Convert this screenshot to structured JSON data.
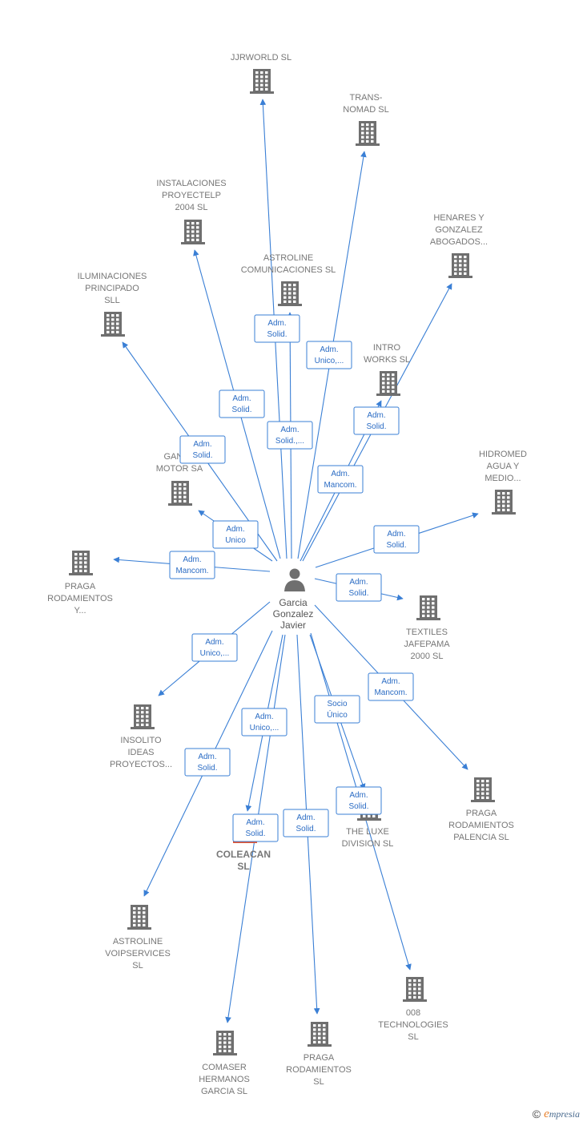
{
  "center": {
    "lines": [
      "Garcia",
      "Gonzalez",
      "Javier"
    ],
    "icon": "person-icon"
  },
  "companies": [
    {
      "id": "jjrworld",
      "lines": [
        "JJRWORLD  SL"
      ]
    },
    {
      "id": "trans-nomad",
      "lines": [
        "TRANS-",
        "NOMAD  SL"
      ]
    },
    {
      "id": "instalaciones",
      "lines": [
        "INSTALACIONES",
        "PROYECTELP",
        "2004 SL"
      ]
    },
    {
      "id": "henares",
      "lines": [
        "HENARES Y",
        "GONZALEZ",
        "ABOGADOS..."
      ]
    },
    {
      "id": "astroline-com",
      "lines": [
        "ASTROLINE",
        "COMUNICACIONES SL"
      ]
    },
    {
      "id": "iluminaciones",
      "lines": [
        "ILUMINACIONES",
        "PRINCIPADO",
        "SLL"
      ]
    },
    {
      "id": "intro-works",
      "lines": [
        "INTRO",
        "WORKS SL"
      ]
    },
    {
      "id": "ganda-motor",
      "lines": [
        "GANDA",
        "MOTOR SA"
      ]
    },
    {
      "id": "hidromed",
      "lines": [
        "HIDROMED",
        "AGUA Y",
        "MEDIO..."
      ]
    },
    {
      "id": "praga-y",
      "lines": [
        "PRAGA",
        "RODAMIENTOS",
        "Y..."
      ]
    },
    {
      "id": "textiles",
      "lines": [
        "TEXTILES",
        "JAFEPAMA",
        "2000 SL"
      ]
    },
    {
      "id": "insolito",
      "lines": [
        "INSOLITO",
        "IDEAS",
        "PROYECTOS..."
      ]
    },
    {
      "id": "praga-palencia",
      "lines": [
        "PRAGA",
        "RODAMIENTOS",
        "PALENCIA  SL"
      ]
    },
    {
      "id": "the-luxe",
      "lines": [
        "THE LUXE",
        "DIVISION SL"
      ]
    },
    {
      "id": "coleacan",
      "lines": [
        "COLEACAN",
        "SL"
      ],
      "highlight": true
    },
    {
      "id": "astroline-voip",
      "lines": [
        "ASTROLINE",
        "VOIPSERVICES",
        "SL"
      ]
    },
    {
      "id": "008-tech",
      "lines": [
        "008",
        "TECHNOLOGIES",
        "SL"
      ]
    },
    {
      "id": "comaser",
      "lines": [
        "COMASER",
        "HERMANOS",
        "GARCIA SL"
      ]
    },
    {
      "id": "praga-sl",
      "lines": [
        "PRAGA",
        "RODAMIENTOS",
        "SL"
      ]
    }
  ],
  "roles": [
    {
      "lines": [
        "Adm.",
        "Solid."
      ]
    },
    {
      "lines": [
        "Adm.",
        "Unico,..."
      ]
    },
    {
      "lines": [
        "Adm.",
        "Solid."
      ]
    },
    {
      "lines": [
        "Adm.",
        "Solid.,..."
      ]
    },
    {
      "lines": [
        "Adm.",
        "Solid."
      ]
    },
    {
      "lines": [
        "Adm.",
        "Solid."
      ]
    },
    {
      "lines": [
        "Adm.",
        "Mancom."
      ]
    },
    {
      "lines": [
        "Adm.",
        "Unico"
      ]
    },
    {
      "lines": [
        "Adm.",
        "Mancom."
      ]
    },
    {
      "lines": [
        "Adm.",
        "Solid."
      ]
    },
    {
      "lines": [
        "Adm.",
        "Solid."
      ]
    },
    {
      "lines": [
        "Adm.",
        "Unico,..."
      ]
    },
    {
      "lines": [
        "Adm.",
        "Mancom."
      ]
    },
    {
      "lines": [
        "Socio",
        "Único"
      ]
    },
    {
      "lines": [
        "Adm.",
        "Unico,..."
      ]
    },
    {
      "lines": [
        "Adm.",
        "Solid."
      ]
    },
    {
      "lines": [
        "Adm.",
        "Solid."
      ]
    },
    {
      "lines": [
        "Adm.",
        "Solid."
      ]
    },
    {
      "lines": [
        "Adm.",
        "Solid."
      ]
    }
  ],
  "footer": {
    "copyright": "©",
    "brand_initial": "e",
    "brand_rest": "mpresia"
  },
  "colors": {
    "edge": "#3a7fd5",
    "node_icon": "#6f6f6f",
    "highlight": "#e8532e",
    "label": "#777777"
  }
}
